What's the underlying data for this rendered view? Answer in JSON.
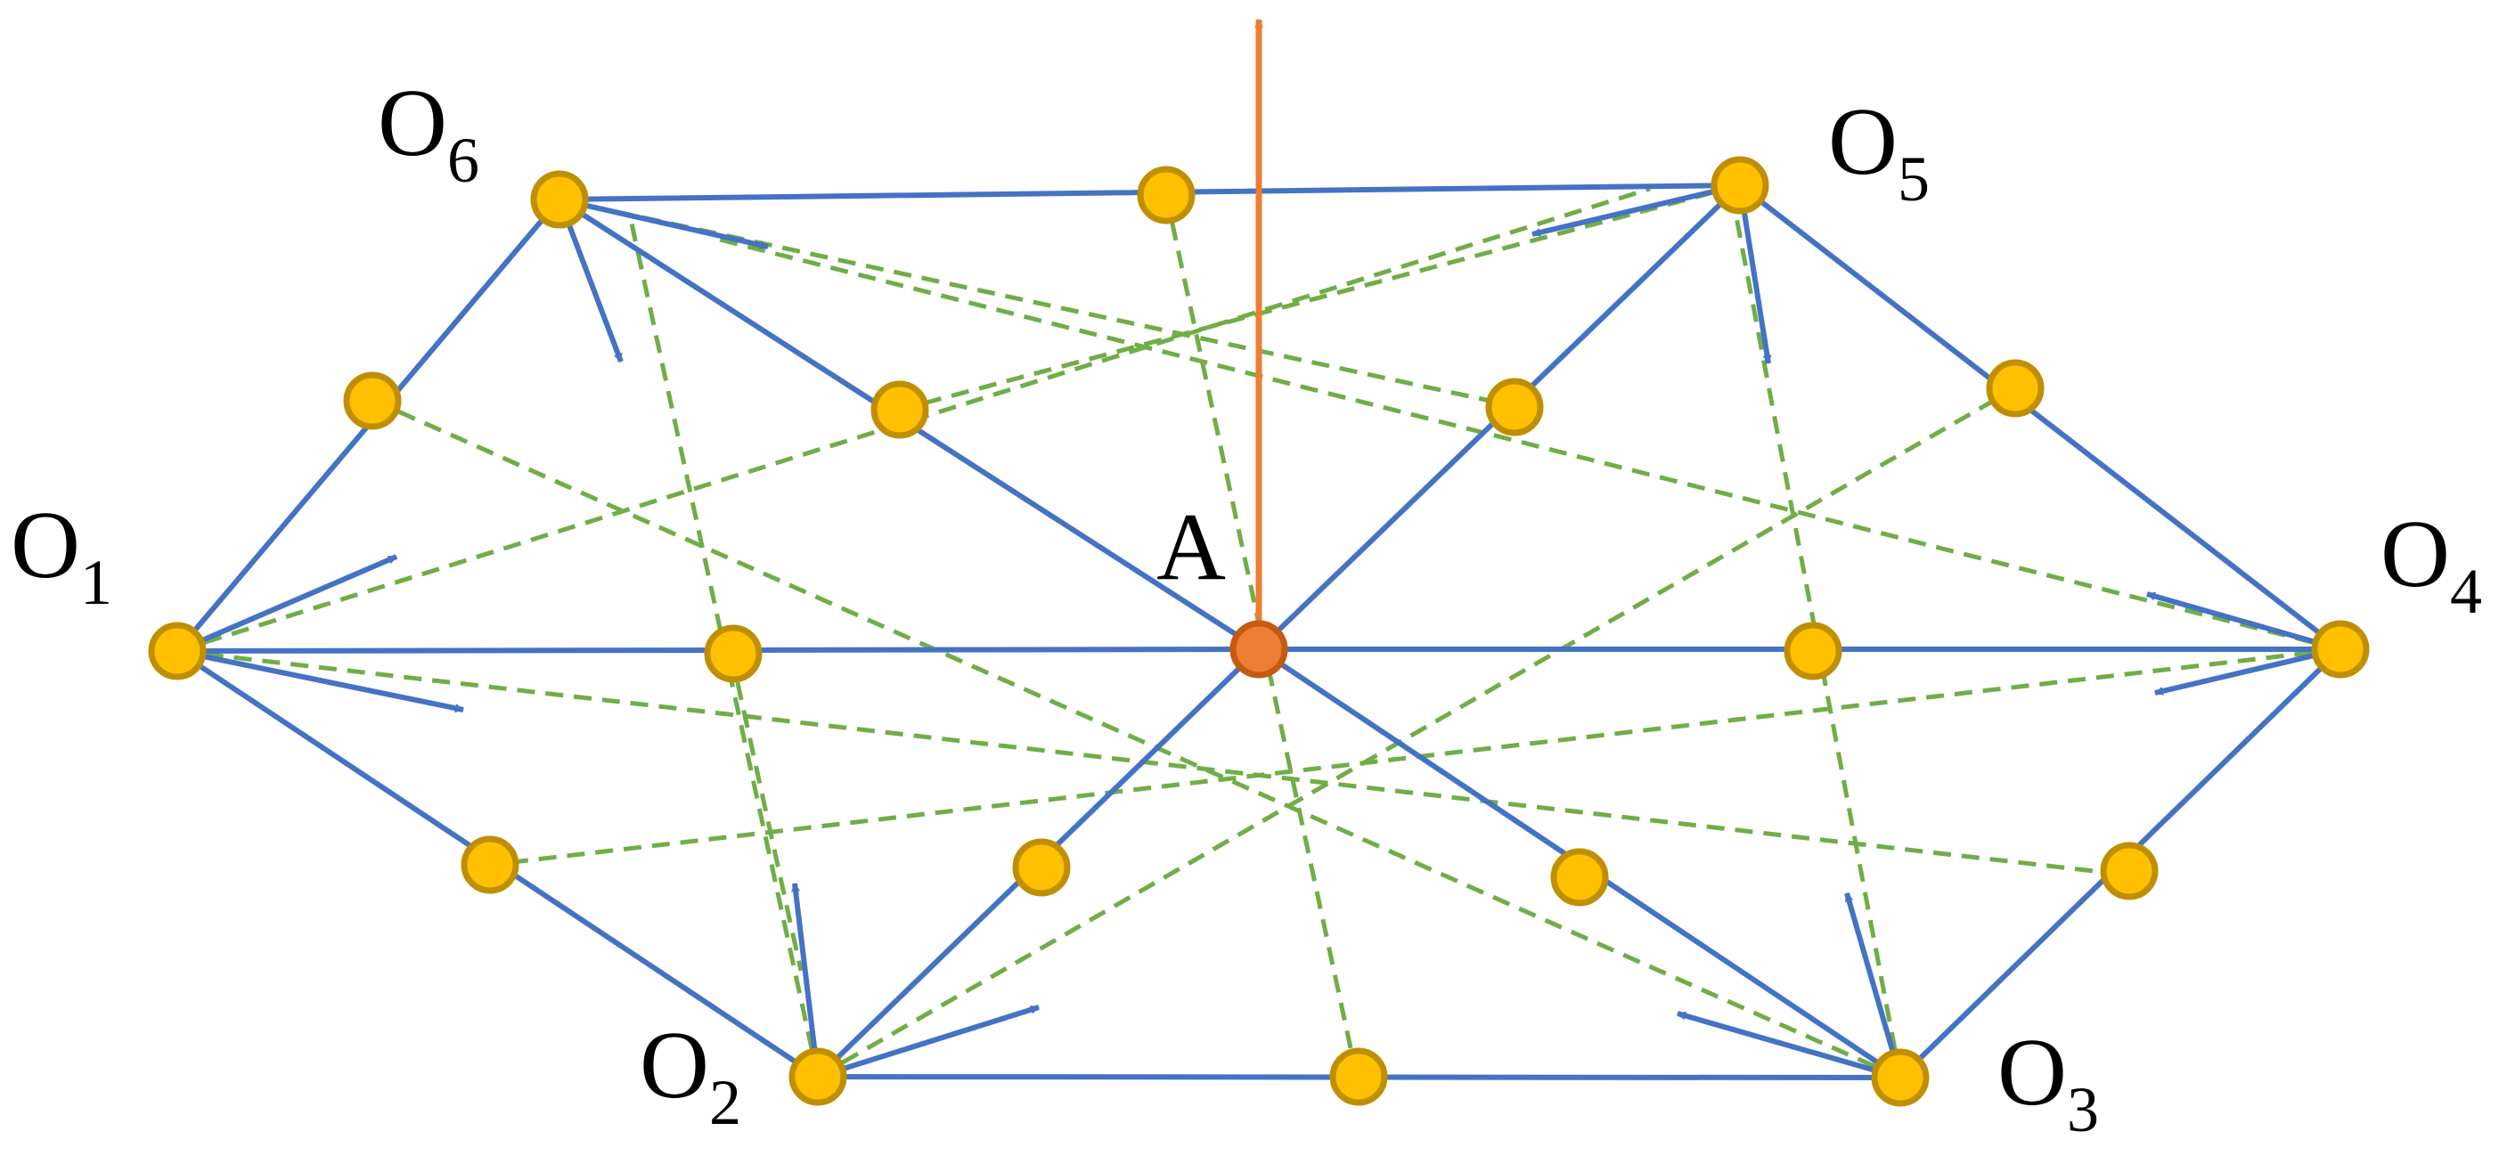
{
  "diagram": {
    "colors": {
      "edge": "#4472C4",
      "dashed": "#70AD47",
      "node_fill": "#FFC000",
      "node_stroke": "#BF8F00",
      "center_fill": "#ED7D31",
      "center_stroke": "#C55A11",
      "normal_arrow": "#ED7D31"
    },
    "labels": {
      "o1": {
        "main": "O",
        "sub": "1"
      },
      "o2": {
        "main": "O",
        "sub": "2"
      },
      "o3": {
        "main": "O",
        "sub": "3"
      },
      "o4": {
        "main": "O",
        "sub": "4"
      },
      "o5": {
        "main": "O",
        "sub": "5"
      },
      "o6": {
        "main": "O",
        "sub": "6"
      },
      "a": "A"
    }
  }
}
